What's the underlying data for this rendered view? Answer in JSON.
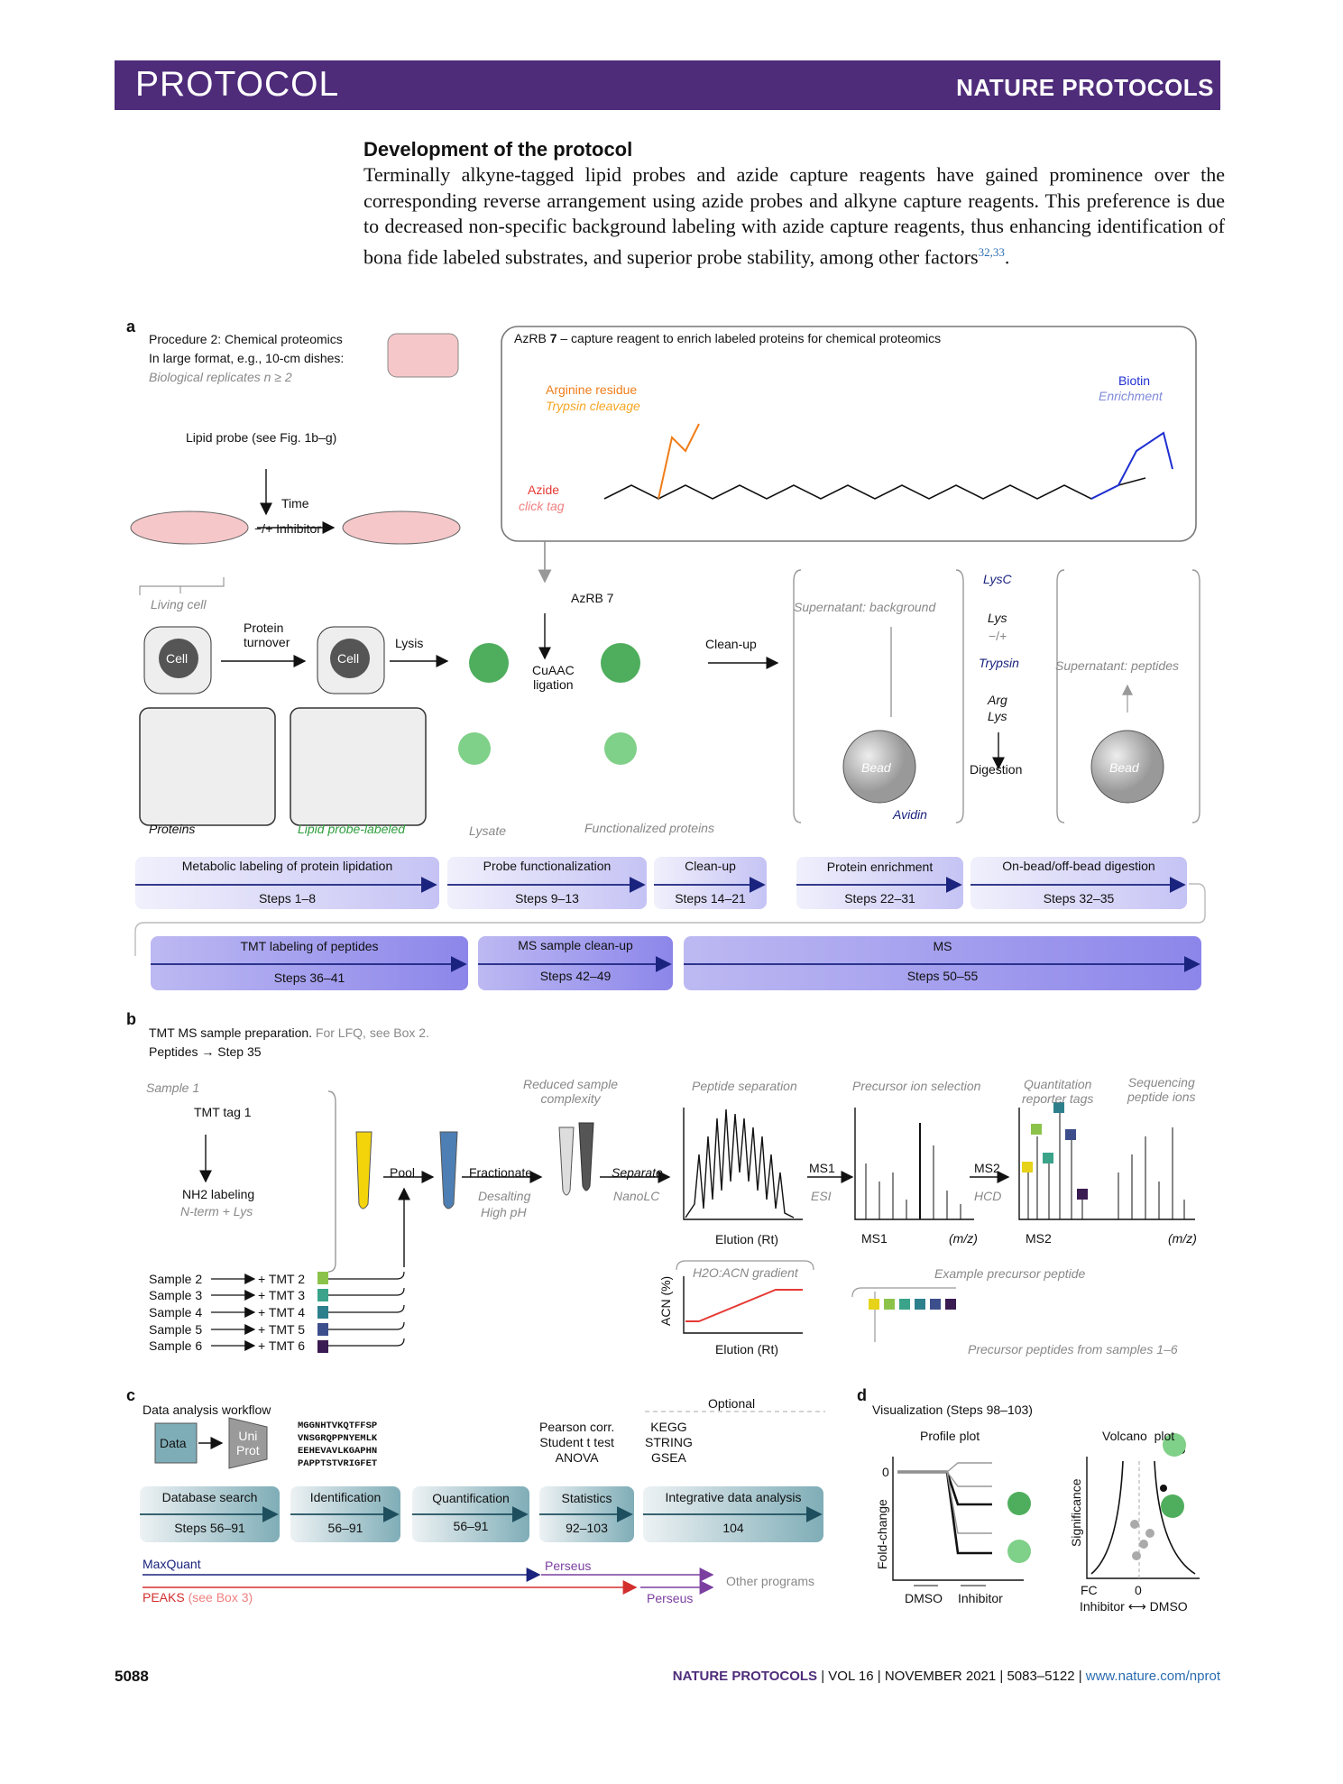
{
  "header": {
    "left": "PROTOCOL",
    "right": "NATURE PROTOCOLS"
  },
  "section": {
    "title": "Development of the protocol",
    "body": "Terminally alkyne-tagged lipid probes and azide capture reagents have gained prominence over the corresponding reverse arrangement using azide probes and alkyne capture reagents. This preference is due to decreased non-specific background labeling with azide capture reagents, thus enhancing identification of bona fide labeled substrates, and superior probe stability, among other factors",
    "refs": "32,33",
    "end": "."
  },
  "panel_a": {
    "letter": "a",
    "proc1": "Procedure 2: Chemical proteomics",
    "proc2": "In large format, e.g., 10-cm dishes:",
    "proc3": "Biological replicates n ≥ 2",
    "lipid_probe": "Lipid probe (see Fig. 1b–g)",
    "time": "Time",
    "inhibitor": "−/+ Inhibitor",
    "azrb_title_pre": "AzRB ",
    "azrb_num": "7",
    "azrb_title_post": " – capture reagent to enrich labeled proteins for chemical proteomics",
    "arg1": "Arginine residue",
    "arg2": "Trypsin cleavage",
    "biotin1": "Biotin",
    "biotin2": "Enrichment",
    "azide1": "Azide",
    "azide2": "click tag",
    "living_cell": "Living cell",
    "protein_turnover": "Protein\nturnover",
    "cell": "Cell",
    "lysis": "Lysis",
    "azrb7": "AzRB 7",
    "cuaac": "CuAAC\nligation",
    "cleanup": "Clean-up",
    "supernatant_bg": "Supernatant: background",
    "bead": "Bead",
    "avidin": "Avidin",
    "lysc": "LysC",
    "lys": "Lys",
    "minus_plus": "−/+",
    "trypsin": "Trypsin",
    "arg": "Arg",
    "digestion": "Digestion",
    "supernatant_pep": "Supernatant: peptides",
    "proteins": "Proteins",
    "lipid_labeled": "Lipid probe-labeled",
    "lysate": "Lysate",
    "functionalized": "Functionalized proteins",
    "steps_row1": [
      {
        "label": "Metabolic labeling of protein lipidation",
        "steps": "Steps 1–8"
      },
      {
        "label": "Probe functionalization",
        "steps": "Steps 9–13"
      },
      {
        "label": "Clean-up",
        "steps": "Steps 14–21"
      },
      {
        "label": "Protein enrichment",
        "steps": "Steps 22–31"
      },
      {
        "label": "On-bead/off-bead digestion",
        "steps": "Steps 32–35"
      }
    ],
    "steps_row2": [
      {
        "label": "TMT labeling of peptides",
        "steps": "Steps 36–41"
      },
      {
        "label": "MS sample clean-up",
        "steps": "Steps 42–49"
      },
      {
        "label": "MS",
        "steps": "Steps 50–55"
      }
    ]
  },
  "panel_b": {
    "letter": "b",
    "title": "TMT MS sample preparation.",
    "lfq": "For LFQ, see Box 2.",
    "peptides": "Peptides → Step 35",
    "sample1": "Sample 1",
    "tmt1": "TMT tag 1",
    "nh2": "NH2 labeling",
    "nterm": "N-term + Lys",
    "samples": [
      {
        "s": "Sample 2",
        "t": "+ TMT 2"
      },
      {
        "s": "Sample 3",
        "t": "+ TMT 3"
      },
      {
        "s": "Sample 4",
        "t": "+ TMT 4"
      },
      {
        "s": "Sample 5",
        "t": "+ TMT 5"
      },
      {
        "s": "Sample 6",
        "t": "+ TMT 6"
      }
    ],
    "pool": "Pool",
    "fractionate": "Fractionate",
    "desalting": "Desalting",
    "highph": "High pH",
    "reduced": "Reduced sample\ncomplexity",
    "separate": "Separate",
    "nanolc": "NanoLC",
    "pep_sep": "Peptide separation",
    "elution": "Elution (Rt)",
    "gradient": "H2O:ACN gradient",
    "acn": "ACN (%)",
    "elution2": "Elution (Rt)",
    "ms1": "MS1",
    "esi": "ESI",
    "prec_sel": "Precursor ion selection",
    "ms1_axis": "MS1",
    "mz": "(m/z)",
    "ms2": "MS2",
    "hcd": "HCD",
    "quant": "Quantitation\nreporter tags",
    "seq": "Sequencing\npeptide ions",
    "ms2_axis": "MS2",
    "mz2": "(m/z)",
    "example": "Example precursor peptide",
    "prec_samples": "Precursor peptides from samples 1–6"
  },
  "panel_c": {
    "letter": "c",
    "title": "Data analysis workflow",
    "data": "Data",
    "uniprot": "Uni\nProt",
    "seq_lines": [
      "MGGNHTVKQTFFSP",
      "VNSGRQPPNYEMLK",
      "EEHEVAVLKGAPHN",
      "PAPPTSTVRIGFET"
    ],
    "stats": "Pearson corr.\nStudent t test\nANOVA",
    "optional": "Optional",
    "kegg": "KEGG\nSTRING\nGSEA",
    "boxes": [
      {
        "label": "Database search",
        "steps": "Steps 56–91"
      },
      {
        "label": "Identification",
        "steps": "56–91"
      },
      {
        "label": "Quantification",
        "steps": "56–91"
      },
      {
        "label": "Statistics",
        "steps": "92–103"
      },
      {
        "label": "Integrative data analysis",
        "steps": "104"
      }
    ],
    "maxquant": "MaxQuant",
    "perseus": "Perseus",
    "peaks": "PEAKS",
    "see_box3": "(see Box 3)",
    "perseus2": "Perseus",
    "other": "Other programs"
  },
  "panel_d": {
    "letter": "d",
    "title": "Visualization (Steps 98–103)",
    "profile": "Profile plot",
    "volcano": "Volcano  plot",
    "zero": "0",
    "foldchange": "Fold-change",
    "dmso": "DMSO",
    "inhibitor": "Inhibitor",
    "significance": "Significance",
    "fc": "FC",
    "zero2": "0",
    "inh2": "Inhibitor",
    "dmso2": "DMSO"
  },
  "footer": {
    "page": "5088",
    "journal": "NATURE PROTOCOLS",
    "vol": " | VOL 16 | NOVEMBER 2021 | 5083–5122 | ",
    "url": "www.nature.com/nprot"
  }
}
